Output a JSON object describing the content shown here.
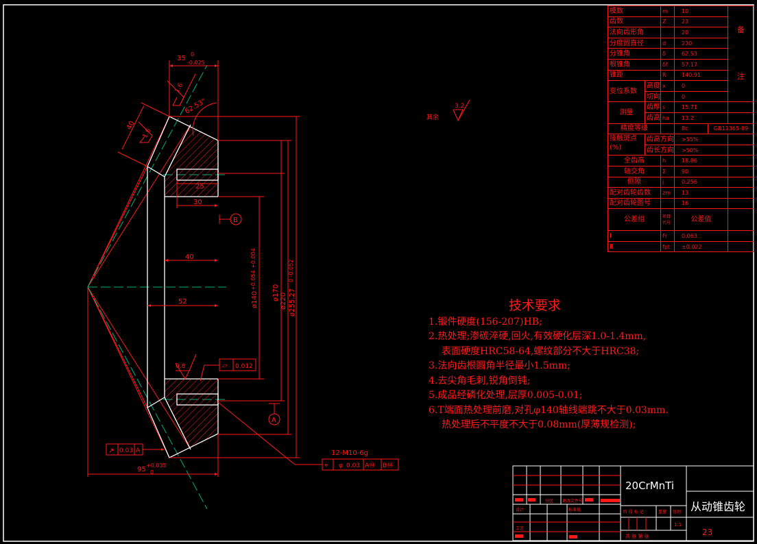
{
  "drawing": {
    "dims": {
      "top_width": "35",
      "top_width_upper": "0",
      "top_width_lower": "-0.025",
      "bottom_length": "95",
      "bottom_upper": "+0.035",
      "bottom_lower": "0",
      "slant_width": "40",
      "angle": "62.53°",
      "hole_depth": "25",
      "hole_len": "30",
      "hub_inner": "40",
      "hub_total": "52",
      "bore": "ø140",
      "bore_tol": "+0.054 +0.004",
      "d170": "ø170",
      "d220": "ø220",
      "d255": "ø255.27",
      "d255_tol": "0 -0.052",
      "thread": "12-M10-6g"
    },
    "roughness": {
      "r1": "1.6",
      "r2": "1.6",
      "r3": "0.8",
      "rest": "3.2",
      "rest_label": "其余"
    },
    "datums": {
      "a": "A",
      "b": "B"
    },
    "tolerances": {
      "flatness": "0.012",
      "runout": "0.03",
      "runout_ref": "A",
      "position_sym": "φ",
      "position": "0.03",
      "pos_ref1": "AⓂ",
      "pos_ref2": "BⓂ"
    }
  },
  "tech_requirements": {
    "title": "技术要求",
    "items": [
      "1.锻件硬度(156-207)HB;",
      "2.热处理;渗碳淬硬,回火,有效硬化层深1.0-1.4mm,",
      "表面硬度HRC58-64,螺纹部分不大于HRC38;",
      "3.法向齿根圆角半径最小1.5mm;",
      "4.去尖角毛刺,锐角倒钝;",
      "5.成品经磷化处理,层厚0.005-0.01;",
      "6.T端面热处理前磨,对孔φ140轴线端跳不大于0.03mm.",
      "热处理后不平度不大于0.08mm(厚薄规检测);"
    ]
  },
  "param_table": {
    "note_1": "备",
    "note_2": "注",
    "rows": [
      {
        "label": "模数",
        "sym": "m",
        "val": "10"
      },
      {
        "label": "齿数",
        "sym": "Z",
        "val": "23"
      },
      {
        "label": "法向齿形角",
        "sym": "",
        "val": "20"
      },
      {
        "label": "分度圆直径",
        "sym": "d",
        "val": "230"
      },
      {
        "label": "分锥角",
        "sym": "δ",
        "val": "62.53"
      },
      {
        "label": "根锥角",
        "sym": "δf",
        "val": "57.17"
      },
      {
        "label": "锥距",
        "sym": "R",
        "val": "140.91"
      }
    ],
    "shift": {
      "label": "变位系数",
      "a": "高度",
      "a_sym": "x",
      "a_val": "0",
      "b": "切向",
      "b_val": "0"
    },
    "measure": {
      "label": "测量",
      "a": "齿厚",
      "a_sym": "s",
      "a_val": "15.71",
      "b": "齿高",
      "b_sym": "ha",
      "b_val": "13.2"
    },
    "accuracy": {
      "label": "精度等级",
      "val": "8c",
      "std": "GB11365-89"
    },
    "contact": {
      "label": "接触斑点",
      "unit": "(%)",
      "a": "齿高方向",
      "a_val": ">55%",
      "b": "齿长方向",
      "b_val": ">50%"
    },
    "rows2": [
      {
        "label": "全齿高",
        "sym": "h",
        "val": "18.86"
      },
      {
        "label": "轴交角",
        "sym": "Σ",
        "val": "90"
      },
      {
        "label": "侧隙",
        "sym": "j",
        "val": "0.256"
      },
      {
        "label": "配对齿轮齿数",
        "sym": "zm",
        "val": "13"
      },
      {
        "label": "配对齿轮图号",
        "sym": "",
        "val": "16"
      }
    ],
    "tol_group": {
      "label": "公差组",
      "code1": "项目",
      "code2": "代号",
      "val": "公差值"
    },
    "tol_rows": [
      {
        "label": "Ⅰ",
        "sym": "Fr",
        "val": "0.063"
      },
      {
        "label": "Ⅱ",
        "sym": "fpt",
        "val": "±0.022"
      }
    ]
  },
  "title_block": {
    "material": "20CrMnTi",
    "part_name": "从动锥齿轮",
    "drawing_no": "23",
    "labels": {
      "zone": "分区",
      "change_doc": "更改文件号",
      "design": "设计",
      "standard": "标准化",
      "craft": "工艺",
      "stage": "阶 段 标 记",
      "weight": "重量",
      "scale": "比例",
      "scale_val": "1:1",
      "sheets": "共    张    第    张"
    }
  }
}
